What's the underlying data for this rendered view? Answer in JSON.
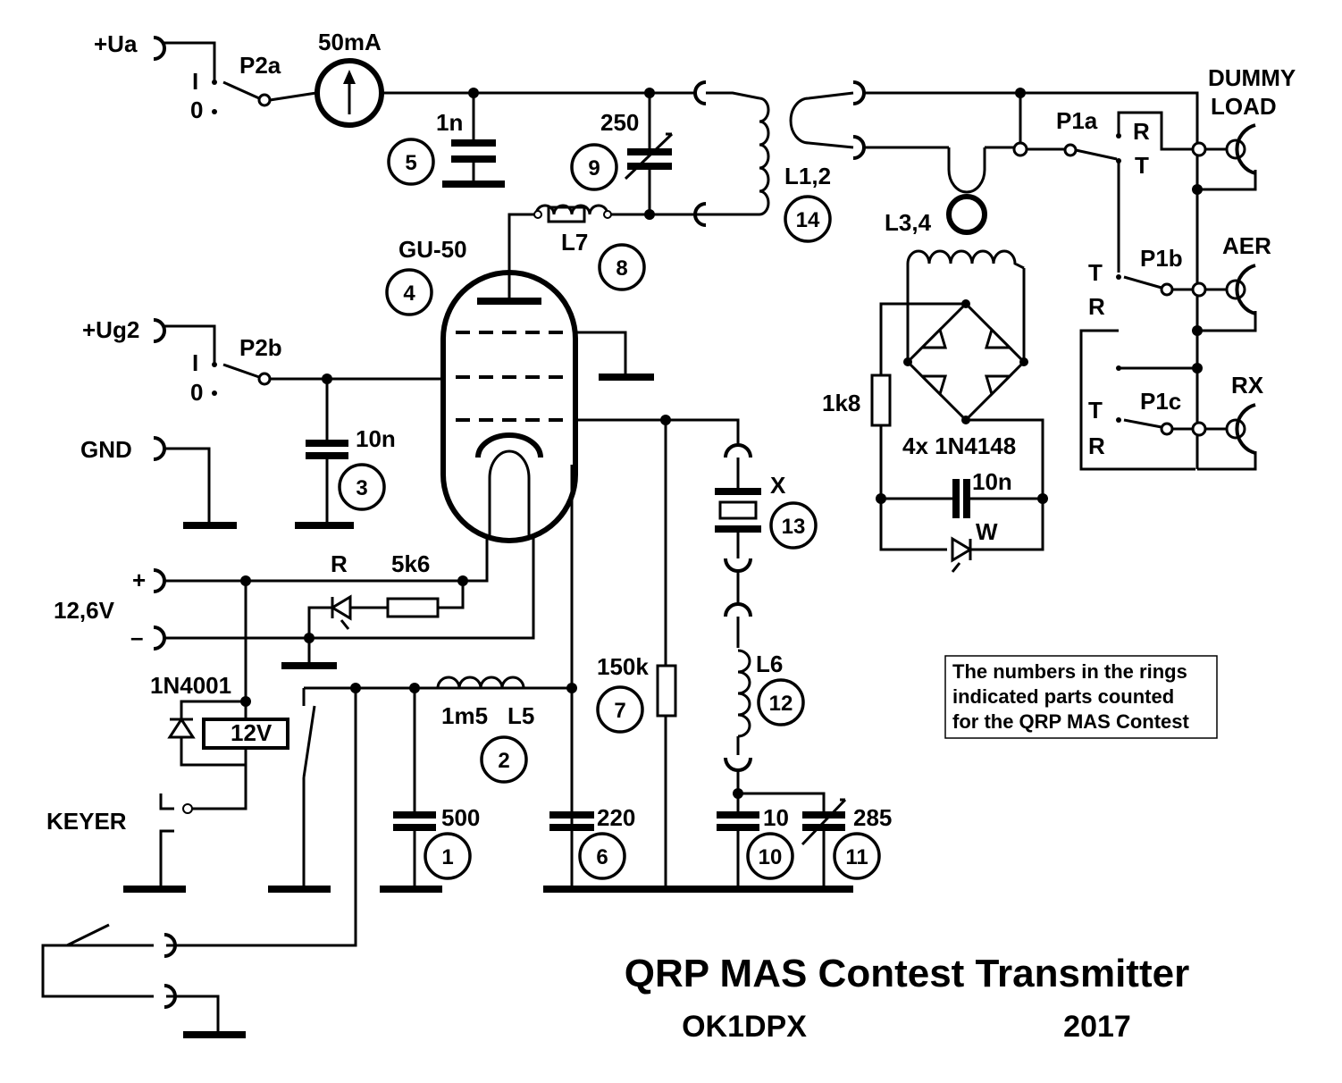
{
  "title": "QRP MAS Contest Transmitter",
  "author": "OK1DPX",
  "year": "2017",
  "note": [
    "The numbers in the rings",
    "indicated parts counted",
    "for the QRP MAS Contest"
  ],
  "supplies": {
    "ua": "+Ua",
    "ug2": "+Ug2",
    "gnd": "GND",
    "plus": "+",
    "minus": "–",
    "heater": "12,6V",
    "keyer": "KEYER"
  },
  "switch_labels": {
    "on": "I",
    "off": "0",
    "p2a": "P2a",
    "p2b": "P2b",
    "p1a": "P1a",
    "p1b": "P1b",
    "p1c": "P1c",
    "r": "R",
    "t": "T"
  },
  "components": {
    "meter": "50mA",
    "c_1n": "1n",
    "c_250": "250",
    "tube": "GU-50",
    "l12": "L1,2",
    "l7": "L7",
    "l34": "L3,4",
    "c_10n_g2": "10n",
    "r_label": "R",
    "r_5k6": "5k6",
    "diode_1n4001": "1N4001",
    "relay": "12V",
    "l5_value": "1m5",
    "l5": "L5",
    "r_150k": "150k",
    "crystal": "X",
    "l6": "L6",
    "c_500": "500",
    "c_220": "220",
    "c_10": "10",
    "c_285": "285",
    "r_1k8": "1k8",
    "diodes": "4x 1N4148",
    "c_10n_ind": "10n",
    "led": "W"
  },
  "connectors": {
    "dummy1": "DUMMY",
    "dummy2": "LOAD",
    "aer": "AER",
    "rx": "RX"
  },
  "part_numbers": {
    "n1": "1",
    "n2": "2",
    "n3": "3",
    "n4": "4",
    "n5": "5",
    "n6": "6",
    "n7": "7",
    "n8": "8",
    "n9": "9",
    "n10": "10",
    "n11": "11",
    "n12": "12",
    "n13": "13",
    "n14": "14"
  }
}
